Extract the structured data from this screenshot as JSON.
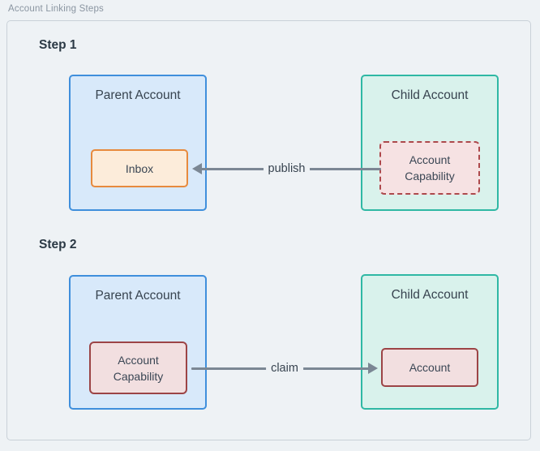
{
  "frame": {
    "label": "Account Linking Steps"
  },
  "steps": [
    {
      "label": "Step 1",
      "parent": {
        "title": "Parent Account",
        "inner": "Inbox"
      },
      "child": {
        "title": "Child Account",
        "inner": "Account Capability"
      },
      "arrow": {
        "label": "publish",
        "direction": "left"
      }
    },
    {
      "label": "Step 2",
      "parent": {
        "title": "Parent Account",
        "inner": "Account Capability"
      },
      "child": {
        "title": "Child Account",
        "inner": "Account"
      },
      "arrow": {
        "label": "claim",
        "direction": "right"
      }
    }
  ],
  "colors": {
    "background": "#eef2f5",
    "frame_border": "#c9d1d8",
    "frame_label": "#8a95a1",
    "heading_text": "#2b3945",
    "node_text": "#37434f",
    "parent_fill": "#d8e9fa",
    "parent_border": "#3f8fdc",
    "child_fill": "#d9f2ec",
    "child_border": "#2fb8a4",
    "inbox_fill": "#fcecda",
    "inbox_border": "#e78a3d",
    "capability_dashed_fill": "#f6e2e3",
    "capability_dashed_border": "#ad494c",
    "capability_solid_fill": "#f2dfe0",
    "capability_solid_border": "#9c4446",
    "arrow": "#7b8794"
  }
}
